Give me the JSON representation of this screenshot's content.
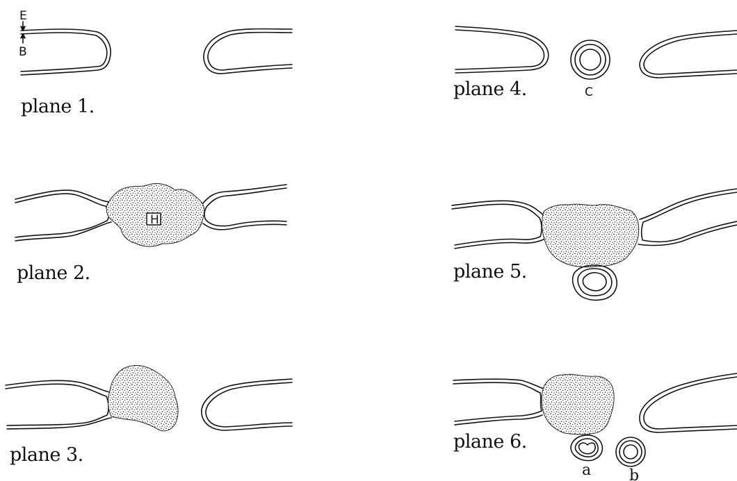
{
  "figure": {
    "panels": [
      {
        "id": 1,
        "label": "plane 1."
      },
      {
        "id": 2,
        "label": "plane 2."
      },
      {
        "id": 3,
        "label": "plane 3."
      },
      {
        "id": 4,
        "label": "plane 4."
      },
      {
        "id": 5,
        "label": "plane 5."
      },
      {
        "id": 6,
        "label": "plane 6."
      }
    ],
    "markers": {
      "E": "E",
      "B": "B",
      "H": "H",
      "c": "C",
      "a": "a",
      "b": "b"
    },
    "colors": {
      "ink": "#111111",
      "background": "#ffffff"
    }
  }
}
